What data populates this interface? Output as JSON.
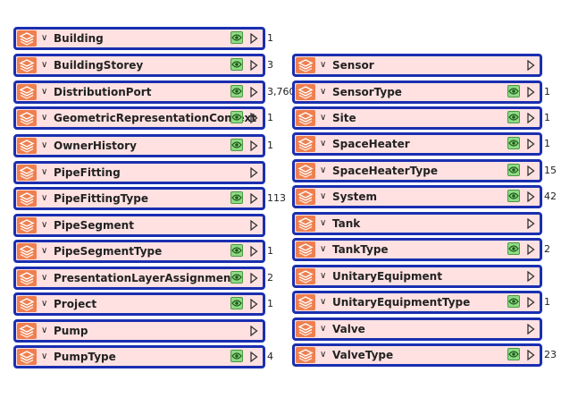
{
  "colors": {
    "border": "#1a2fb0",
    "row_bg": "#ffe1e1",
    "icon_bg": "#ef7f4f",
    "eye_bg": "#8fda86"
  },
  "left": [
    {
      "label": "Building",
      "count": "1",
      "eye": true
    },
    {
      "label": "BuildingStorey",
      "count": "3",
      "eye": true
    },
    {
      "label": "DistributionPort",
      "count": "3,760",
      "eye": true
    },
    {
      "label": "GeometricRepresentationContext",
      "count": "1",
      "eye": true
    },
    {
      "label": "OwnerHistory",
      "count": "1",
      "eye": true
    },
    {
      "label": "PipeFitting",
      "count": "",
      "eye": false
    },
    {
      "label": "PipeFittingType",
      "count": "113",
      "eye": true
    },
    {
      "label": "PipeSegment",
      "count": "",
      "eye": false
    },
    {
      "label": "PipeSegmentType",
      "count": "1",
      "eye": true
    },
    {
      "label": "PresentationLayerAssignment",
      "count": "2",
      "eye": true
    },
    {
      "label": "Project",
      "count": "1",
      "eye": true
    },
    {
      "label": "Pump",
      "count": "",
      "eye": false
    },
    {
      "label": "PumpType",
      "count": "4",
      "eye": true
    }
  ],
  "right": [
    {
      "label": "Sensor",
      "count": "",
      "eye": false
    },
    {
      "label": "SensorType",
      "count": "1",
      "eye": true
    },
    {
      "label": "Site",
      "count": "1",
      "eye": true
    },
    {
      "label": "SpaceHeater",
      "count": "1",
      "eye": true
    },
    {
      "label": "SpaceHeaterType",
      "count": "15",
      "eye": true
    },
    {
      "label": "System",
      "count": "42",
      "eye": true
    },
    {
      "label": "Tank",
      "count": "",
      "eye": false
    },
    {
      "label": "TankType",
      "count": "2",
      "eye": true
    },
    {
      "label": "UnitaryEquipment",
      "count": "",
      "eye": false
    },
    {
      "label": "UnitaryEquipmentType",
      "count": "1",
      "eye": true
    },
    {
      "label": "Valve",
      "count": "",
      "eye": false
    },
    {
      "label": "ValveType",
      "count": "23",
      "eye": true
    }
  ]
}
